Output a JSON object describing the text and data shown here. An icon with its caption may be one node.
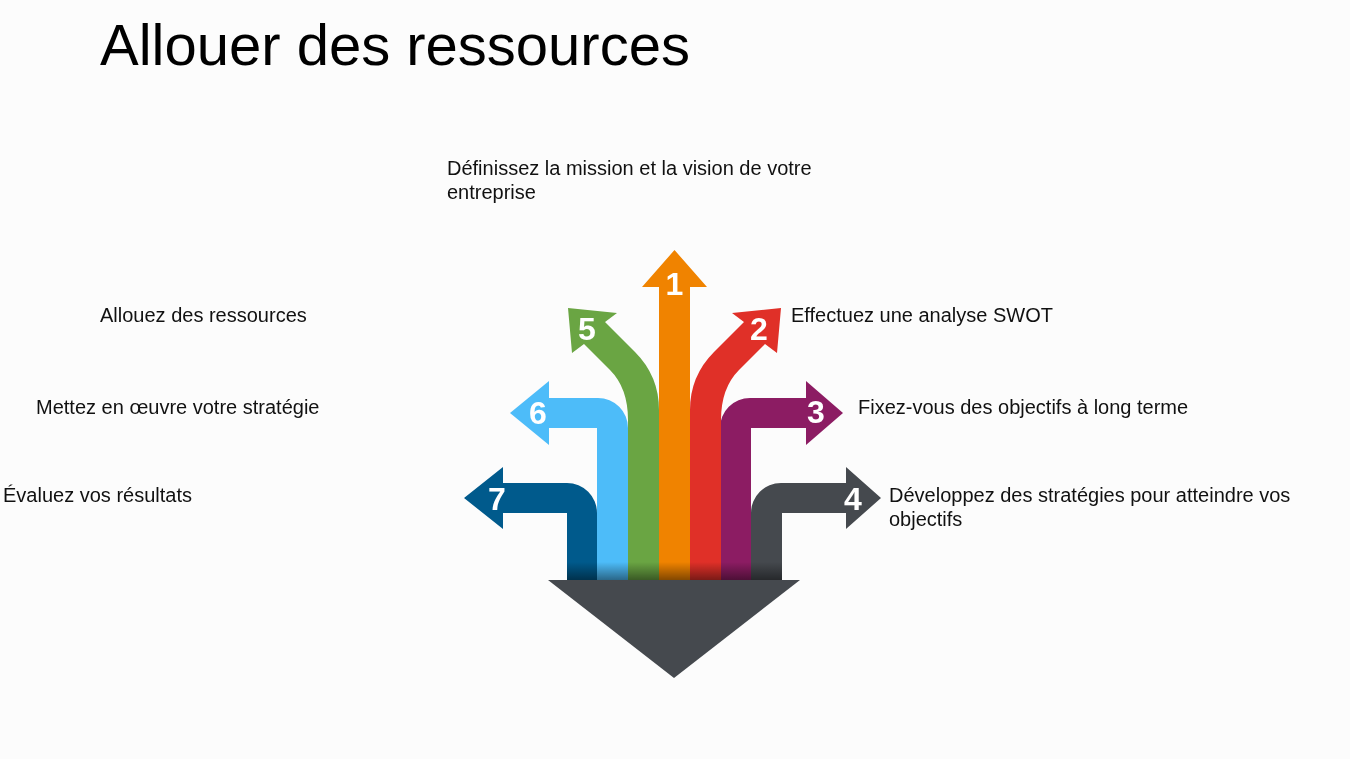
{
  "diagram": {
    "title": "Allouer des ressources",
    "labels": [
      "Définissez la mission et la vision de votre entreprise",
      "1",
      "Allouez des ressources",
      "5",
      "2",
      "Effectuez une analyse SWOT",
      "Mettez en œuvre votre stratégie",
      "6",
      "3",
      "Fixez-vous des objectifs à long terme",
      "Évaluez vos résultats",
      "7",
      "4",
      "Développez des stratégies pour atteindre vos objectifs"
    ]
  }
}
